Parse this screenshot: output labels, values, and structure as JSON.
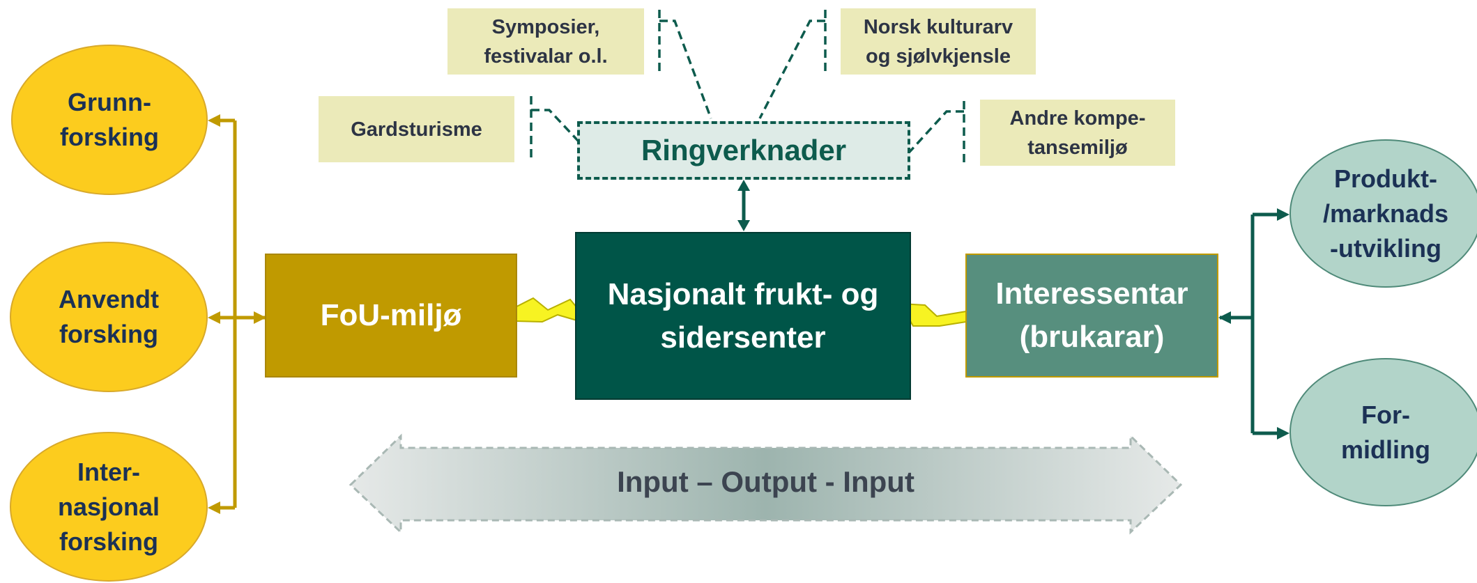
{
  "left_ovals": [
    {
      "label": "Grunn-\nforsking"
    },
    {
      "label": "Anvendt\nforsking"
    },
    {
      "label": "Inter-\nnasjonal\nforsking"
    }
  ],
  "right_ovals": [
    {
      "label": "Produkt-\n/marknads\n-utvikling"
    },
    {
      "label": "For-\nmidling"
    }
  ],
  "boxes": {
    "fou": "FoU-miljø",
    "center": "Nasjonalt frukt- og\nsidersenter",
    "interessentar": "Interessentar\n(brukarar)",
    "ringverknader": "Ringverknader"
  },
  "notes": {
    "symposier": "Symposier,\nfestivalar o.l.",
    "kulturarv": "Norsk kulturarv\nog sjølvkjensle",
    "gardsturisme": "Gardsturisme",
    "kompetanse": "Andre kompe-\ntansemiljø"
  },
  "io_arrow": "Input – Output - Input",
  "colors": {
    "yellow": "#fccc1e",
    "gold": "#c09a00",
    "dark_green": "#005548",
    "mid_green": "#578f7e",
    "light_teal": "#b2d4c9",
    "note_bg": "#ebeab9",
    "lightning": "#f7f322"
  }
}
